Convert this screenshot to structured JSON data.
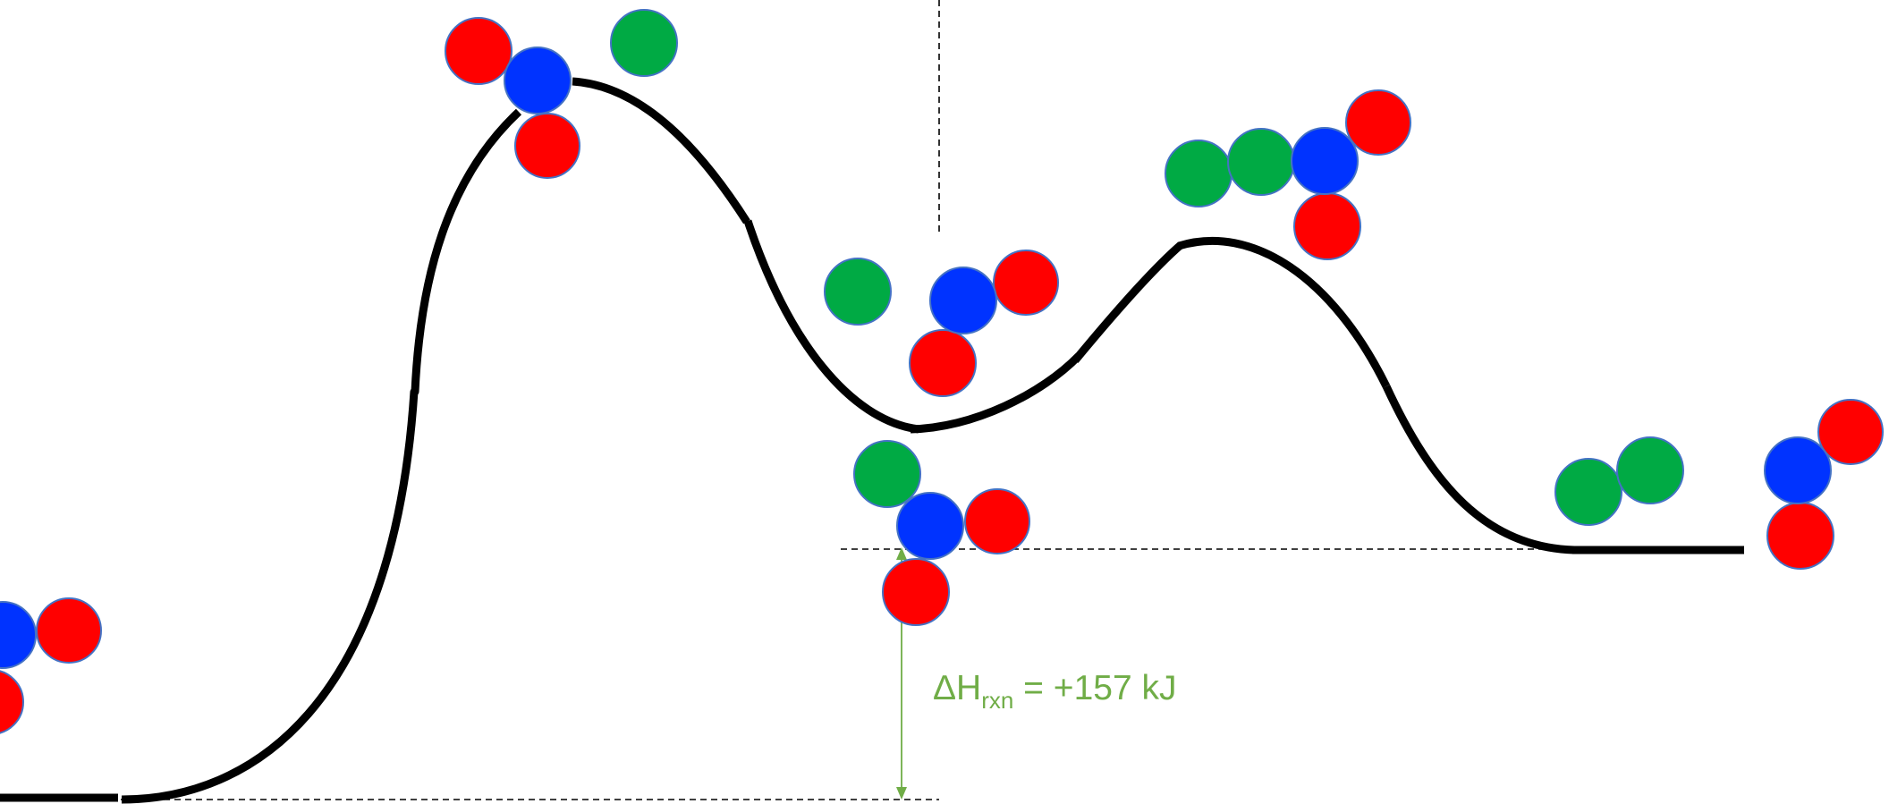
{
  "annotation": {
    "delta_symbol": "ΔH",
    "subscript": "rxn",
    "value_text": " = +157 kJ",
    "color": "#70ad47"
  },
  "atom_colors": {
    "red": "#ff0000",
    "blue": "#0033ff",
    "green": "#00aa44",
    "outline": "#4472c4"
  },
  "molecules": [
    {
      "name": "reactant-molecule",
      "atoms": [
        "blue",
        "red",
        "red"
      ]
    },
    {
      "name": "transition-state-1-molecule",
      "atoms": [
        "red",
        "blue",
        "red",
        "green"
      ]
    },
    {
      "name": "intermediate-molecule-upper",
      "atoms": [
        "green",
        "blue",
        "red",
        "red"
      ]
    },
    {
      "name": "intermediate-molecule-lower",
      "atoms": [
        "green",
        "blue",
        "red",
        "red"
      ]
    },
    {
      "name": "transition-state-2-molecule",
      "atoms": [
        "green",
        "green",
        "blue",
        "red",
        "red"
      ]
    },
    {
      "name": "product-diatomic-molecule",
      "atoms": [
        "green",
        "green"
      ]
    },
    {
      "name": "product-triatomic-molecule",
      "atoms": [
        "blue",
        "red",
        "red"
      ]
    }
  ]
}
